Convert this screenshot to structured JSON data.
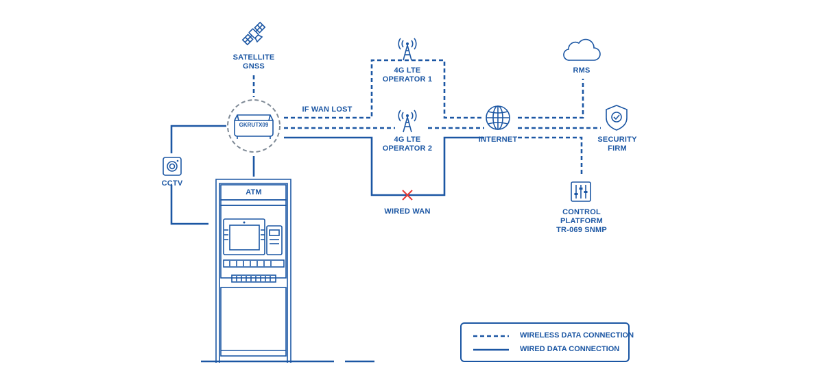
{
  "nodes": {
    "satellite": [
      "SATELLITE",
      "GNSS"
    ],
    "router_model": "GKRUTX09",
    "lte1": [
      "4G LTE",
      "OPERATOR 1"
    ],
    "lte2": [
      "4G LTE",
      "OPERATOR 2"
    ],
    "internet": "INTERNET",
    "rms": "RMS",
    "security": [
      "SECURITY",
      "FIRM"
    ],
    "control": [
      "CONTROL",
      "PLATFORM",
      "TR-069 SNMP"
    ],
    "cctv": "CCTV",
    "atm": "ATM",
    "wired_wan": "WIRED WAN",
    "failover": "IF WAN LOST"
  },
  "legend": {
    "wireless": "WIRELESS DATA CONNECTION",
    "wired": "WIRED DATA CONNECTION"
  },
  "colors": {
    "primary": "#1b56a3",
    "failure": "#e53935",
    "router_ring": "#7f8a96"
  },
  "icons": {
    "satellite": "satellite-icon",
    "tower": "cell-tower-icon",
    "internet": "globe-icon",
    "rms": "cloud-icon",
    "security": "shield-check-icon",
    "control": "sliders-icon",
    "cctv": "camera-icon",
    "failure": "red-x-icon"
  }
}
